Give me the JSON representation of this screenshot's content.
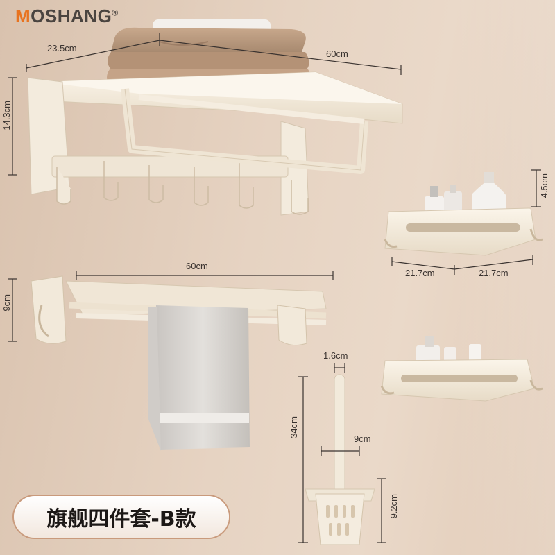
{
  "brand": {
    "first_letter": "M",
    "rest": "OSHANG",
    "mark": "®"
  },
  "product_title": "旗舰四件套-B款",
  "dimensions": {
    "shelf_depth": "23.5cm",
    "shelf_width": "60cm",
    "shelf_height": "14.3cm",
    "towel_bar_width": "60cm",
    "towel_bar_height": "9cm",
    "corner_basket_height": "4.5cm",
    "corner_basket_side_a": "21.7cm",
    "corner_basket_side_b": "21.7cm",
    "brush_handle_width": "1.6cm",
    "brush_height": "34cm",
    "brush_holder_width": "9cm",
    "brush_holder_height": "9.2cm"
  },
  "colors": {
    "brand_orange": "#e8731f",
    "product_cream": "#f1e7d6",
    "title_border": "#c99a7c"
  }
}
